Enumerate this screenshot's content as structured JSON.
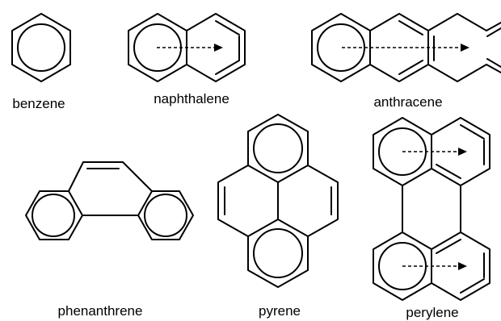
{
  "molecules": [
    {
      "id": "benzene",
      "label": "benzene"
    },
    {
      "id": "naphthalene",
      "label": "naphthalene"
    },
    {
      "id": "anthracene",
      "label": "anthracene"
    },
    {
      "id": "phenanthrene",
      "label": "phenanthrene"
    },
    {
      "id": "pyrene",
      "label": "pyrene"
    },
    {
      "id": "perylene",
      "label": "perylene"
    }
  ]
}
